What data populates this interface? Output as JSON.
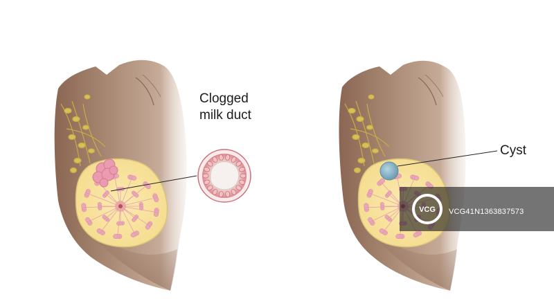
{
  "labels": {
    "clogged_line1": "Clogged",
    "clogged_line2": "milk duct",
    "cyst": "Cyst"
  },
  "watermark": {
    "logo_text": "VCG",
    "id_text": "VCG41N1363837573"
  },
  "colors": {
    "background": "#ffffff",
    "skin_light": "#c9ad9a",
    "skin_dark": "#7a5a47",
    "tissue": "#f7e39c",
    "tissue_border": "#d9c57a",
    "lobule": "#e9a9b8",
    "lymph": "#d6bd54",
    "duct_wall": "#e7a7ad",
    "cyst": "#8db7c9"
  }
}
